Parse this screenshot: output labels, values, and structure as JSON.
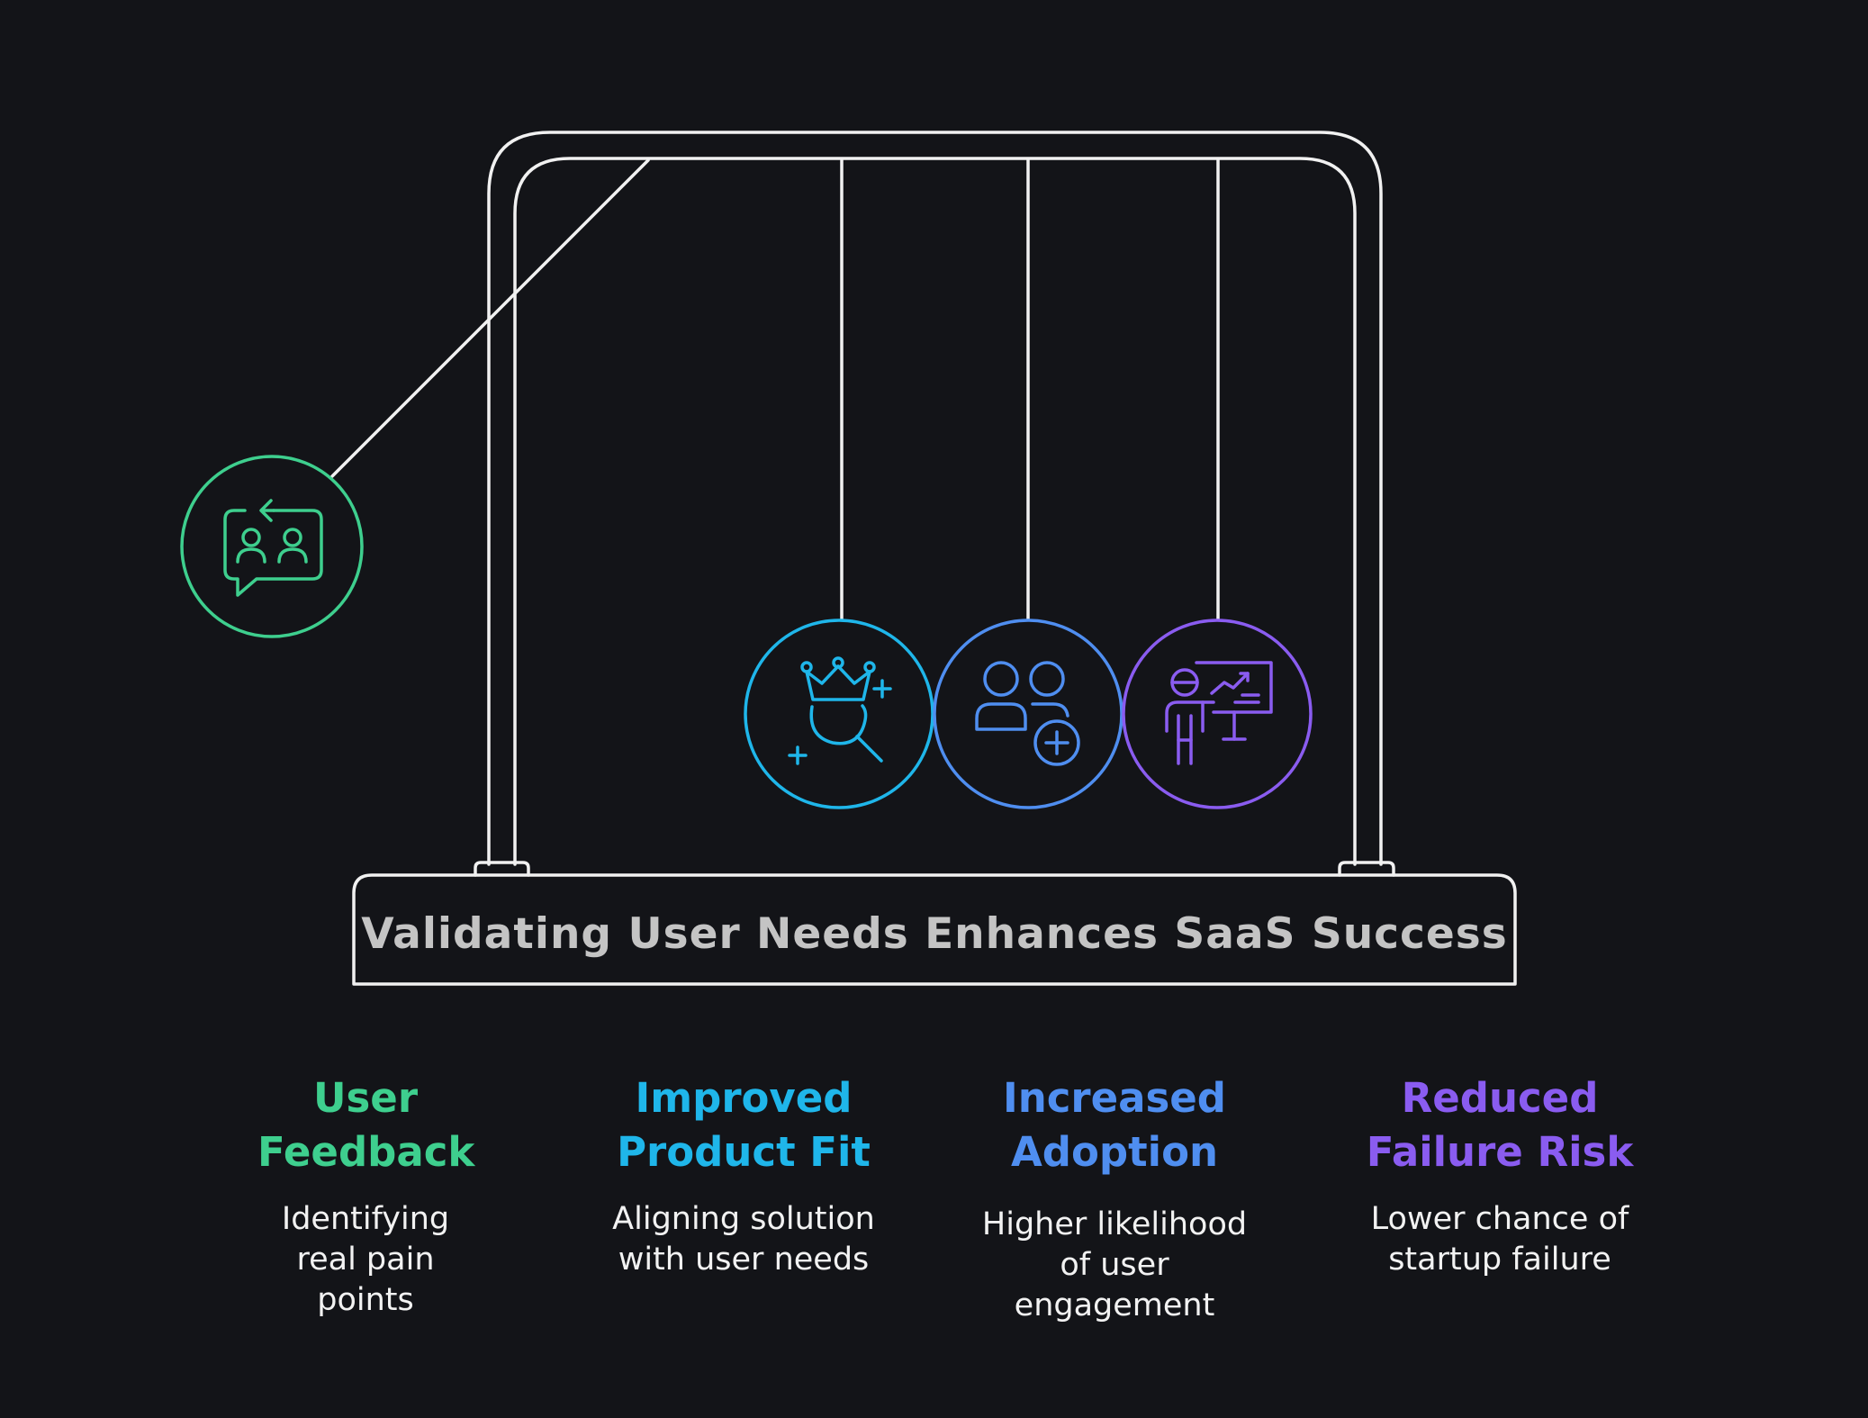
{
  "title": "Validating User Needs Enhances SaaS Success",
  "colors": {
    "background": "#131418",
    "frame": "#f1f1f1",
    "feedback": "#3ecf8e",
    "fit": "#1fb6ea",
    "adoption": "#4f8ef0",
    "risk": "#8a5cf0"
  },
  "balls": [
    {
      "id": "feedback",
      "icon": "user-feedback-chat-icon",
      "color": "#3ecf8e"
    },
    {
      "id": "fit",
      "icon": "crown-magnifier-icon",
      "color": "#1fb6ea"
    },
    {
      "id": "adoption",
      "icon": "users-add-icon",
      "color": "#4f8ef0"
    },
    {
      "id": "risk",
      "icon": "presenter-chart-icon",
      "color": "#8a5cf0"
    }
  ],
  "items": [
    {
      "title": "User Feedback",
      "description": "Identifying real pain points",
      "color": "#3ecf8e"
    },
    {
      "title": "Improved Product Fit",
      "description": "Aligning solution with user needs",
      "color": "#1fb6ea"
    },
    {
      "title": "Increased Adoption",
      "description": "Higher likelihood of user engagement",
      "color": "#4f8ef0"
    },
    {
      "title": "Reduced Failure Risk",
      "description": "Lower chance of startup failure",
      "color": "#8a5cf0"
    }
  ]
}
